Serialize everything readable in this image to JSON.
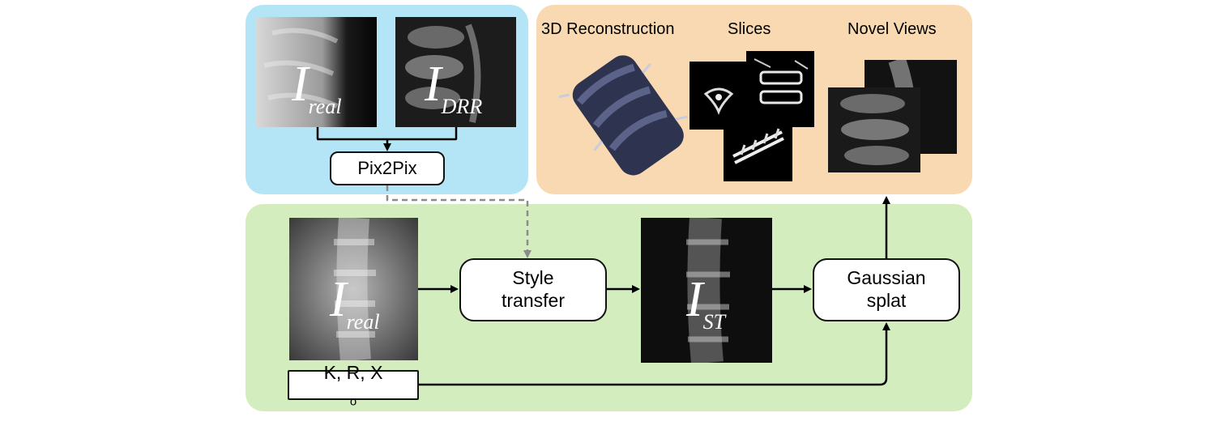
{
  "training": {
    "real_label": {
      "main": "I",
      "sub": "real"
    },
    "drr_label": {
      "main": "I",
      "sub": "DRR"
    },
    "pix2pix_label": "Pix2Pix"
  },
  "outputs": {
    "reconstruction_caption": "3D Reconstruction",
    "slices_caption": "Slices",
    "novel_views_caption": "Novel Views"
  },
  "pipeline": {
    "input_label": {
      "main": "I",
      "sub": "real"
    },
    "style_transfer_line1": "Style",
    "style_transfer_line2": "transfer",
    "styled_label": {
      "main": "I",
      "sub": "ST"
    },
    "gaussian_line1": "Gaussian",
    "gaussian_line2": "splat",
    "params_main": "K, R, X",
    "params_sub": "o"
  },
  "colors": {
    "training_panel": "#b3e5f6",
    "outputs_panel": "#f8d9b1",
    "pipeline_panel": "#d4edbe",
    "dashed_connector": "#8c8c8c"
  }
}
